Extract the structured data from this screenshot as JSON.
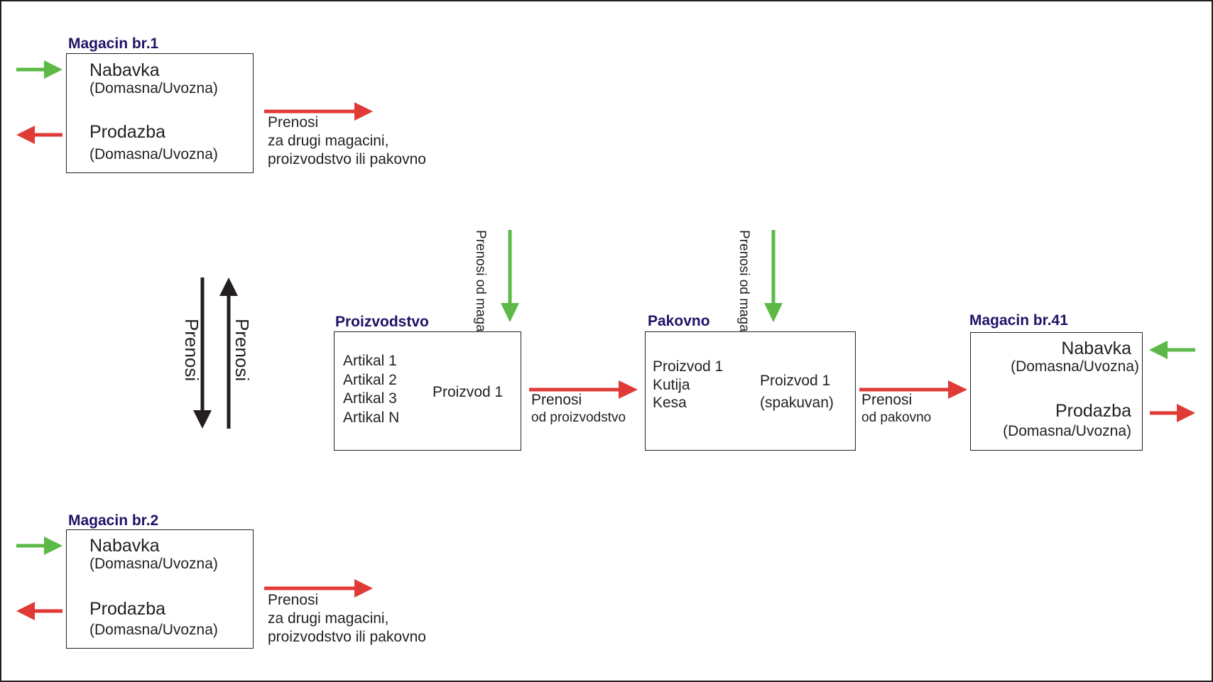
{
  "colors": {
    "title": "#1e1466",
    "text": "#231f20",
    "arrow_in": "#5cb947",
    "arrow_out": "#e03a36",
    "arrow_neutral": "#231f20"
  },
  "warehouse1": {
    "title": "Magacin br.1",
    "purchase": "Nabavka",
    "purchase_sub": "(Domasna/Uvozna)",
    "sale": "Prodazba",
    "sale_sub": "(Domasna/Uvozna)",
    "transfer_label": [
      "Prenosi",
      "za drugi magacini,",
      "proizvodstvo ili pakovno"
    ]
  },
  "warehouse2": {
    "title": "Magacin br.2",
    "purchase": "Nabavka",
    "purchase_sub": "(Domasna/Uvozna)",
    "sale": "Prodazba",
    "sale_sub": "(Domasna/Uvozna)",
    "transfer_label": [
      "Prenosi",
      "za drugi magacini,",
      "proizvodstvo ili pakovno"
    ]
  },
  "transfers_vertical": {
    "down_label": "Prenosi",
    "up_label": "Prenosi"
  },
  "production": {
    "title": "Proizvodstvo",
    "inputs": [
      "Artikal 1",
      "Artikal 2",
      "Artikal 3",
      "Artikal N"
    ],
    "output": "Proizvod 1",
    "incoming_label": [
      "Prenosi",
      "od magacin X"
    ],
    "outgoing_label": [
      "Prenosi",
      "od proizvodstvo"
    ]
  },
  "packaging": {
    "title": "Pakovno",
    "inputs": [
      "Proizvod 1",
      "Kutija",
      "Kesa"
    ],
    "output": [
      "Proizvod 1",
      "(spakuvan)"
    ],
    "incoming_label": [
      "Prenosi",
      "od magacin X"
    ],
    "outgoing_label": [
      "Prenosi",
      "od pakovno"
    ]
  },
  "warehouse41": {
    "title": "Magacin br.41",
    "purchase": "Nabavka",
    "purchase_sub": "(Domasna/Uvozna)",
    "sale": "Prodazba",
    "sale_sub": "(Domasna/Uvozna)"
  }
}
